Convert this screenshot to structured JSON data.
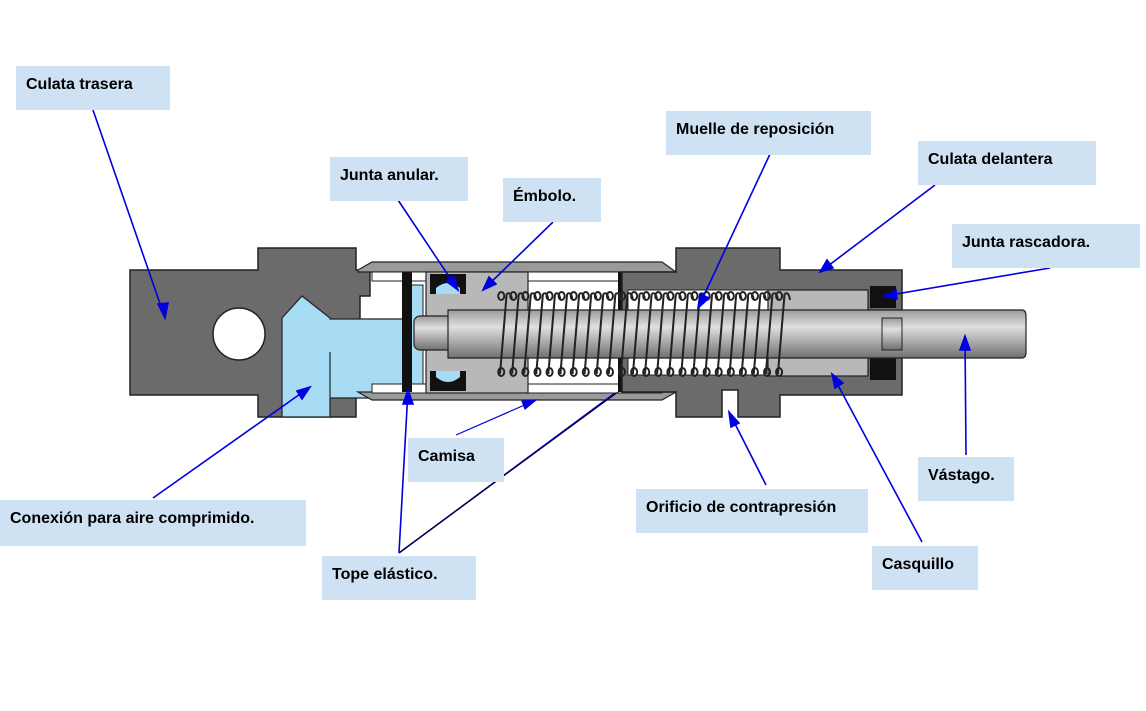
{
  "labels": {
    "culata_trasera": "Culata trasera",
    "junta_anular": "Junta anular.",
    "embolo": "Émbolo.",
    "muelle": "Muelle de reposición",
    "culata_delantera": "Culata delantera",
    "junta_rascadora": "Junta rascadora.",
    "camisa": "Camisa",
    "vastago": "Vástago.",
    "conexion": "Conexión para aire comprimido.",
    "orificio": "Orificio de contrapresión",
    "tope": "Tope elástico.",
    "casquillo": "Casquillo"
  },
  "colors": {
    "label_bg": "#cfe2f3",
    "body": "#6b6b6b",
    "light_part": "#b8b8b8",
    "air": "#a8dcf5",
    "pointer": "#0000e0"
  }
}
